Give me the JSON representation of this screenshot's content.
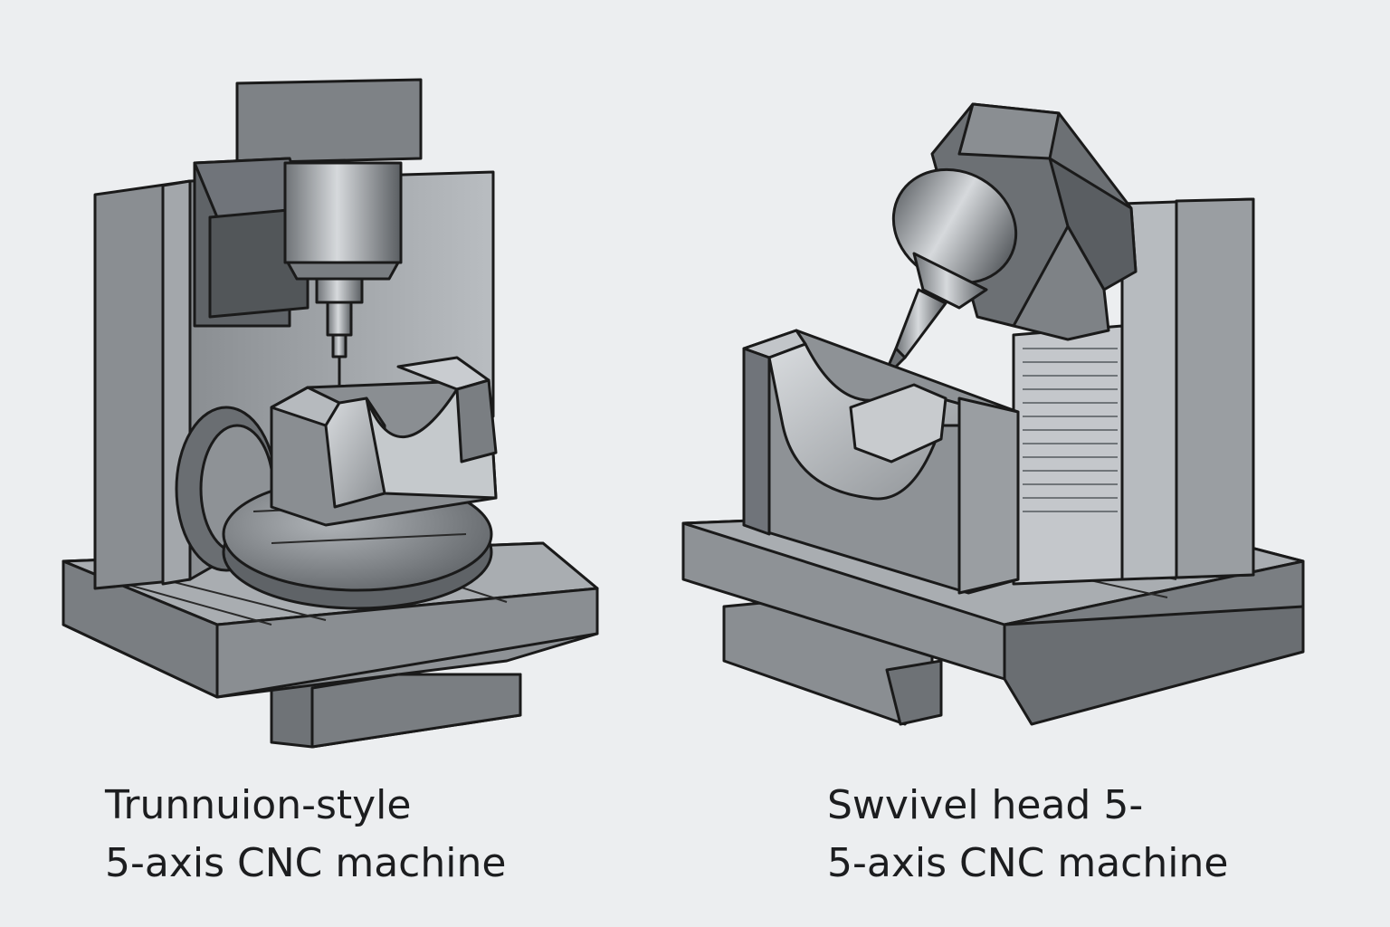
{
  "machines": [
    {
      "id": "trunnion",
      "caption_line1": "Trunnuion-style",
      "caption_line2": "5-axis CNC machine"
    },
    {
      "id": "swivel",
      "caption_line1": "Swvivel head 5-",
      "caption_line2": "5-axis CNC machine"
    }
  ],
  "colors": {
    "background": "#eceef0",
    "metal_light": "#b8bcc0",
    "metal_mid": "#8e9296",
    "metal_dark": "#5e6266",
    "outline": "#1a1a1a"
  }
}
